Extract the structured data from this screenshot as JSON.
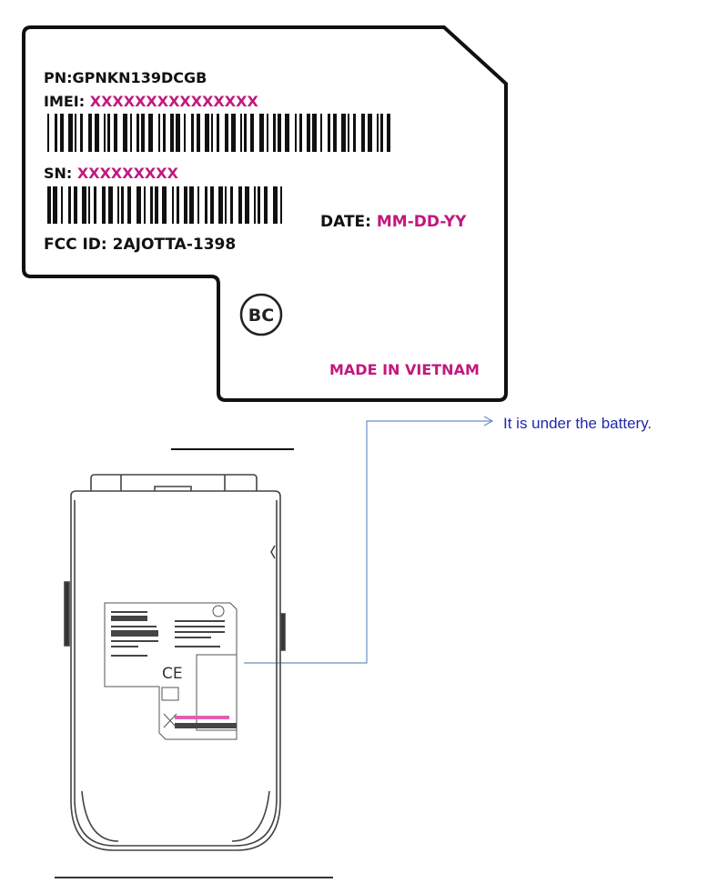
{
  "label": {
    "pn_label": "PN:",
    "pn_value": "GPNKN139DCGB",
    "imei_label": "IMEI:",
    "imei_value": "XXXXXXXXXXXXXXX",
    "sn_label": "SN:",
    "sn_value": "XXXXXXXXX",
    "fcc_label": "FCC ID:",
    "fcc_value": "2AJOTTA-1398",
    "date_label": "DATE:",
    "date_value": "MM-DD-YY",
    "bc_mark": "BC",
    "origin": "MADE IN VIETNAM"
  },
  "annotation": {
    "text": "It is under the battery."
  },
  "colors": {
    "magenta": "#c2187e",
    "annotation": "#1f2aa8",
    "leader": "#6a8fc4"
  }
}
